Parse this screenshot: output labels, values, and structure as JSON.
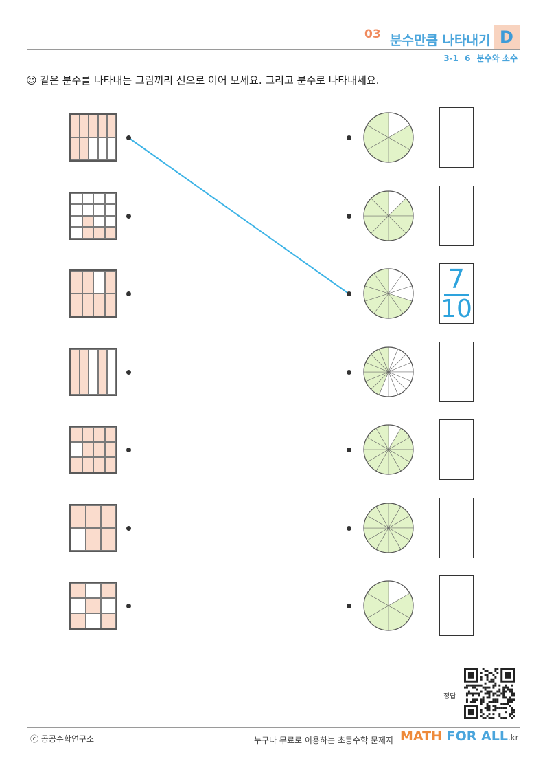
{
  "header": {
    "number": "03",
    "title": "분수만큼 나타내기",
    "level": "D",
    "unit_prefix": "3-1",
    "unit_num": "6",
    "unit_name": "분수와 소수"
  },
  "instruction": "☺ 같은 분수를 나타내는 그림끼리 선으로 이어 보세요. 그리고 분수로 나타내세요.",
  "left_grids": [
    {
      "rows": 2,
      "cols": 5,
      "shaded": [
        1,
        1,
        1,
        1,
        1,
        1,
        1,
        0,
        0,
        0
      ]
    },
    {
      "rows": 4,
      "cols": 4,
      "shaded": [
        0,
        0,
        0,
        0,
        0,
        0,
        0,
        0,
        0,
        1,
        0,
        0,
        0,
        1,
        1,
        1
      ]
    },
    {
      "rows": 2,
      "cols": 4,
      "shaded": [
        1,
        1,
        0,
        1,
        1,
        1,
        1,
        1
      ]
    },
    {
      "rows": 1,
      "cols": 5,
      "shaded": [
        1,
        1,
        0,
        1,
        0
      ]
    },
    {
      "rows": 3,
      "cols": 4,
      "shaded": [
        1,
        1,
        1,
        1,
        0,
        1,
        1,
        1,
        1,
        1,
        1,
        1
      ]
    },
    {
      "rows": 2,
      "cols": 3,
      "shaded": [
        1,
        1,
        1,
        0,
        1,
        1
      ]
    },
    {
      "rows": 3,
      "cols": 3,
      "shaded": [
        1,
        0,
        1,
        0,
        1,
        0,
        1,
        0,
        1
      ]
    }
  ],
  "right_pies": [
    {
      "slices": 6,
      "shaded": 5
    },
    {
      "slices": 8,
      "shaded": 7
    },
    {
      "slices": 10,
      "shaded": 7
    },
    {
      "slices": 16,
      "shaded": 7
    },
    {
      "slices": 12,
      "shaded": 11
    },
    {
      "slices": 12,
      "shaded": 12
    },
    {
      "slices": 6,
      "shaded": 5
    }
  ],
  "answers": [
    {
      "numerator": "",
      "denominator": ""
    },
    {
      "numerator": "",
      "denominator": ""
    },
    {
      "numerator": "7",
      "denominator": "10"
    },
    {
      "numerator": "",
      "denominator": ""
    },
    {
      "numerator": "",
      "denominator": ""
    },
    {
      "numerator": "",
      "denominator": ""
    },
    {
      "numerator": "",
      "denominator": ""
    }
  ],
  "example_connection": {
    "from_left": 1,
    "to_right": 3
  },
  "colors": {
    "grid_shade": "#fadccd",
    "pie_shade": "#e2f3c8",
    "line": "#3cb3e6",
    "answer_text": "#2ea3dd"
  },
  "qr_label": "정답",
  "footer": {
    "copyright": "ⓒ 공공수학연구소",
    "tagline": "누구나 무료로 이용하는 초등수학 문제지",
    "brand_1": "MATH ",
    "brand_2": "FOR ALL",
    "brand_suffix": ".kr"
  }
}
